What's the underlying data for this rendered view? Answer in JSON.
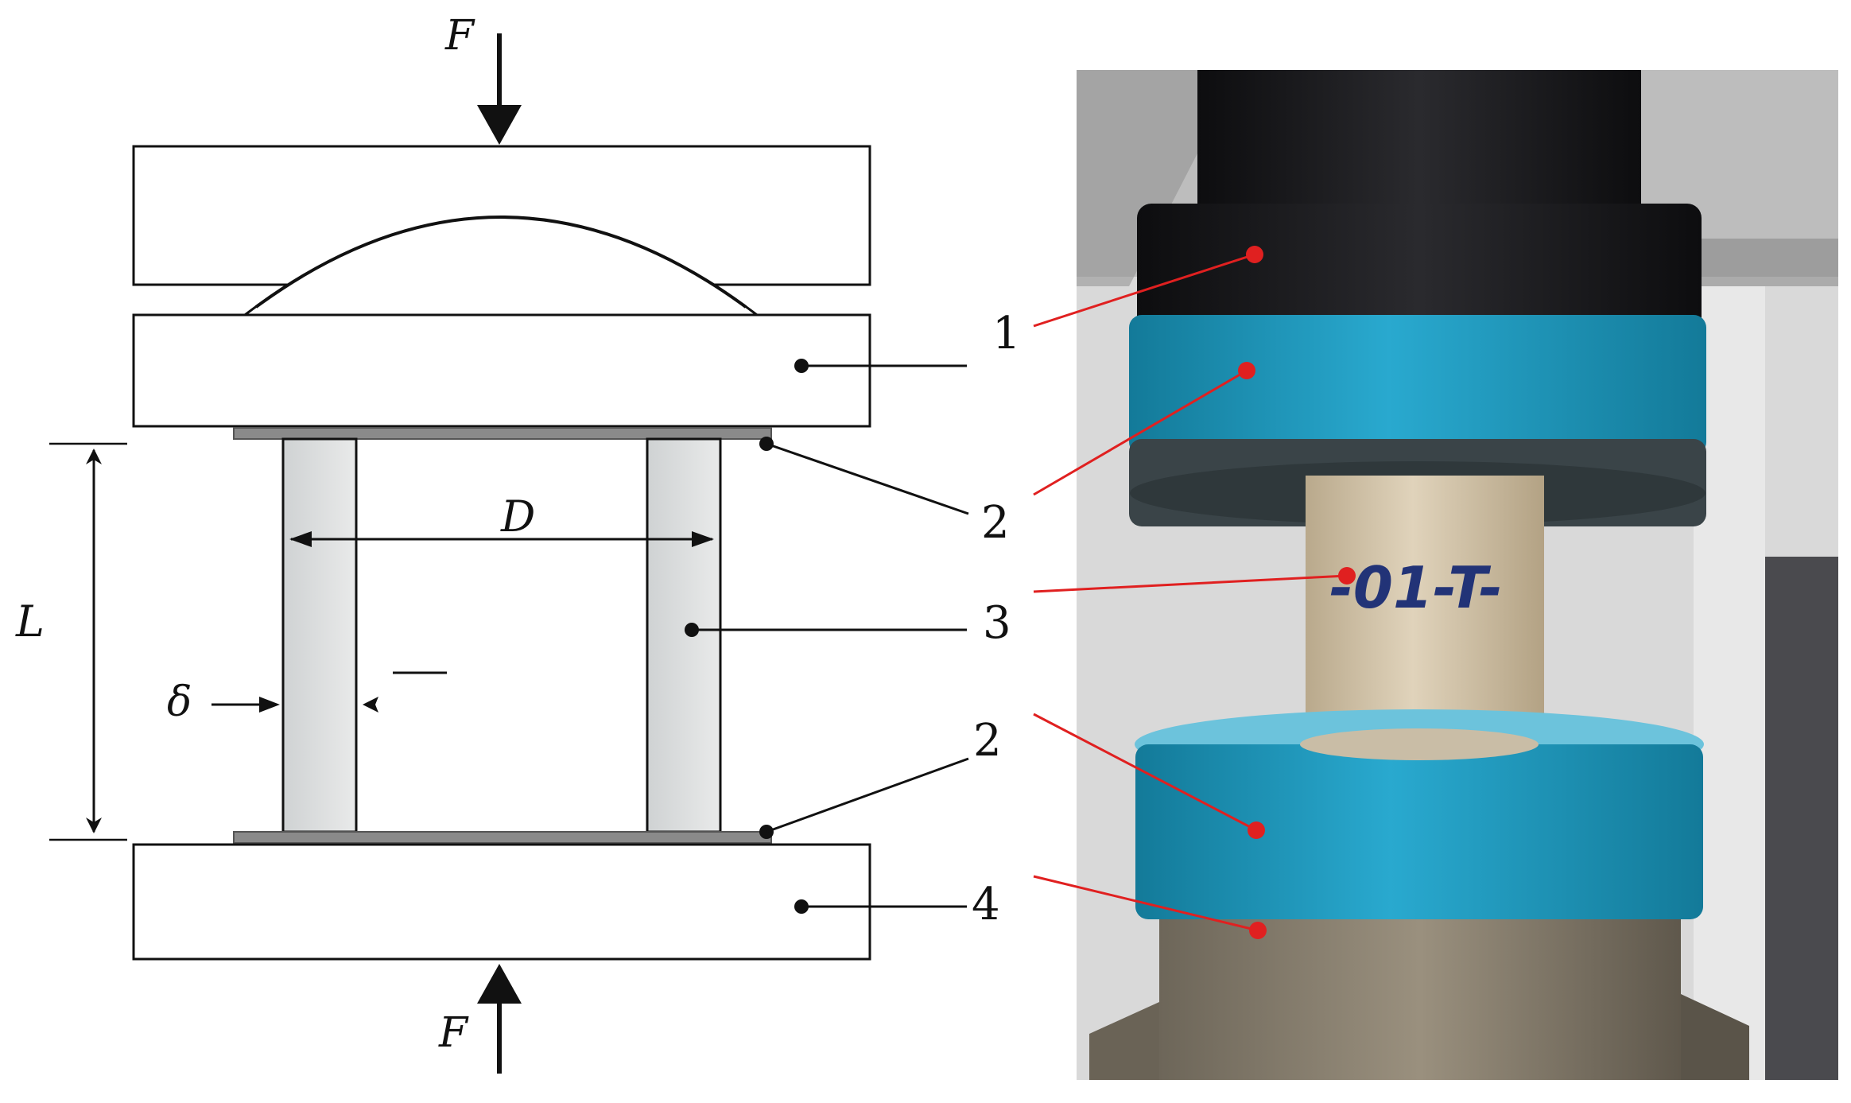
{
  "symbols": {
    "force_top": "F",
    "force_bottom": "F",
    "diameter": "D",
    "length": "L",
    "thickness": "δ"
  },
  "callouts": {
    "label_1": "1",
    "label_2_upper": "2",
    "label_3": "3",
    "label_2_lower": "2",
    "label_4": "4"
  },
  "colors": {
    "leader_left": "#111111",
    "leader_right": "#e02020",
    "specimen_wall": "#d4d6d8",
    "pad": "#8a8a8a",
    "blue_ring": "#1f9cc0",
    "black_platen": "#1c1c1e",
    "specimen_photo": "#d2c4aa"
  },
  "photo": {
    "specimen_marking": "-01-T-"
  }
}
